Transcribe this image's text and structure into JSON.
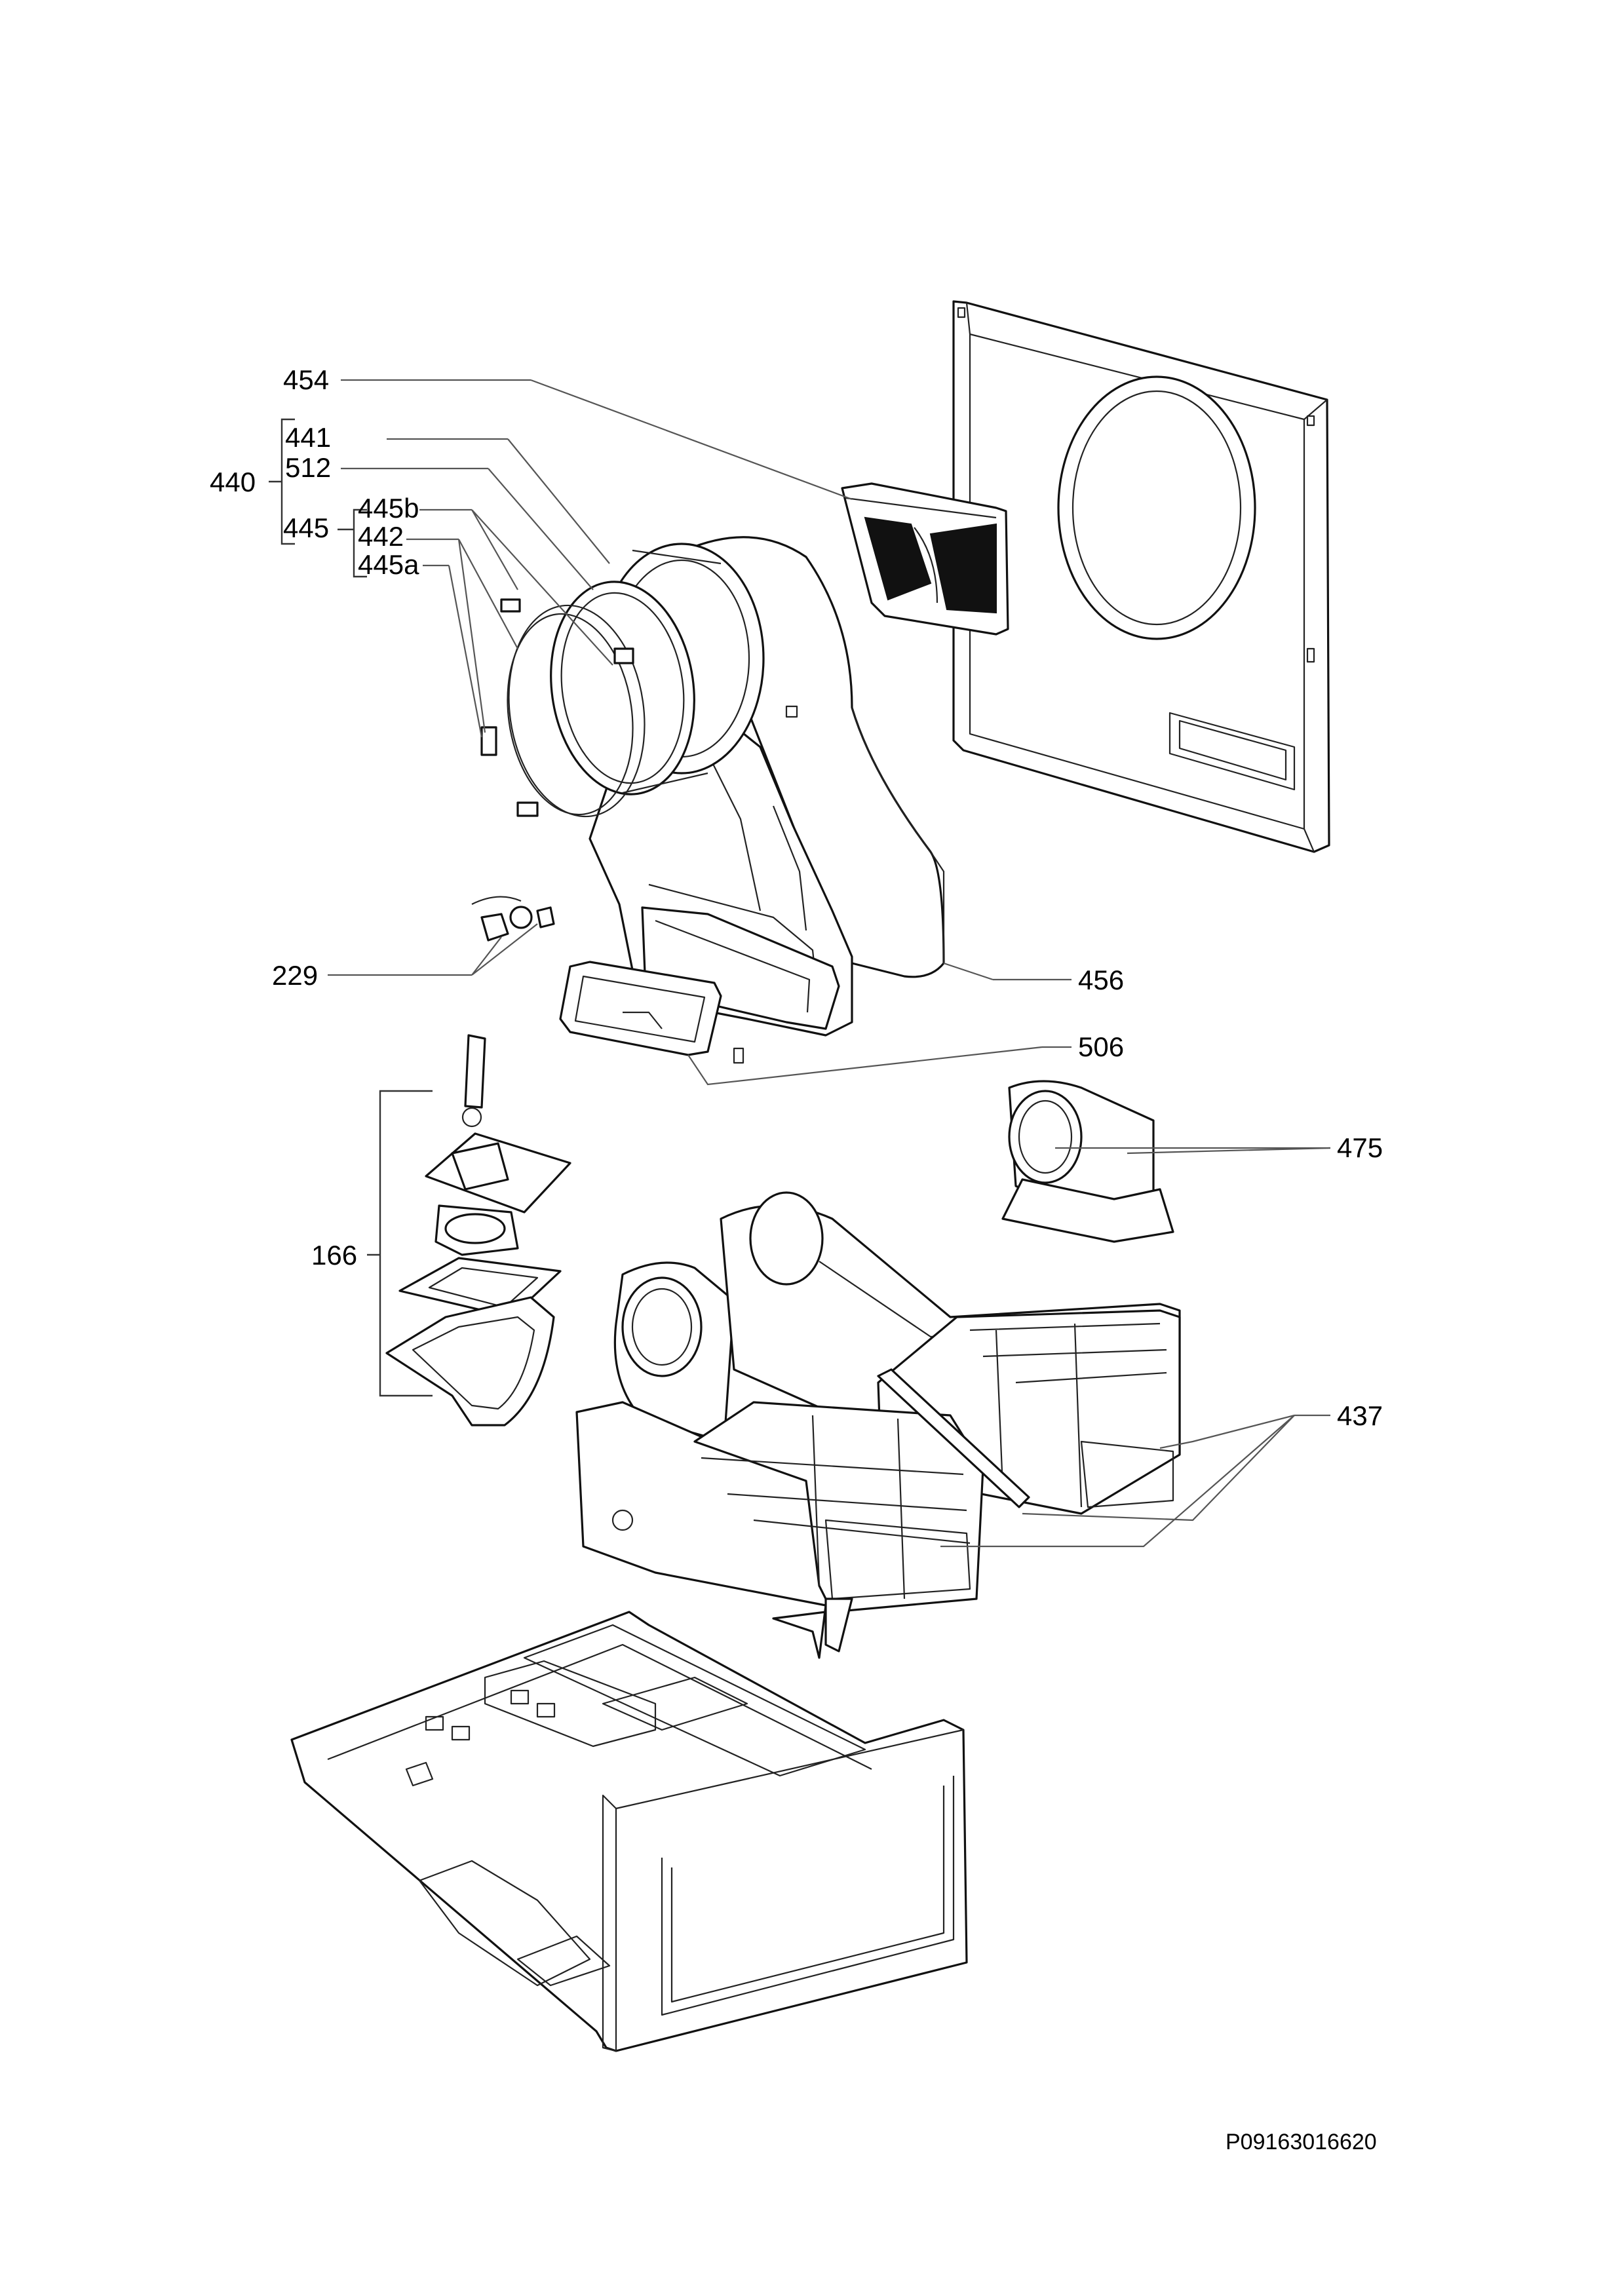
{
  "labels": {
    "l454": "454",
    "l441": "441",
    "l512": "512",
    "l440": "440",
    "l445": "445",
    "l445b": "445b",
    "l442": "442",
    "l445a": "445a",
    "l229": "229",
    "l456": "456",
    "l506": "506",
    "l475": "475",
    "l166": "166",
    "l437": "437"
  },
  "drawing_code": "P09163016620"
}
